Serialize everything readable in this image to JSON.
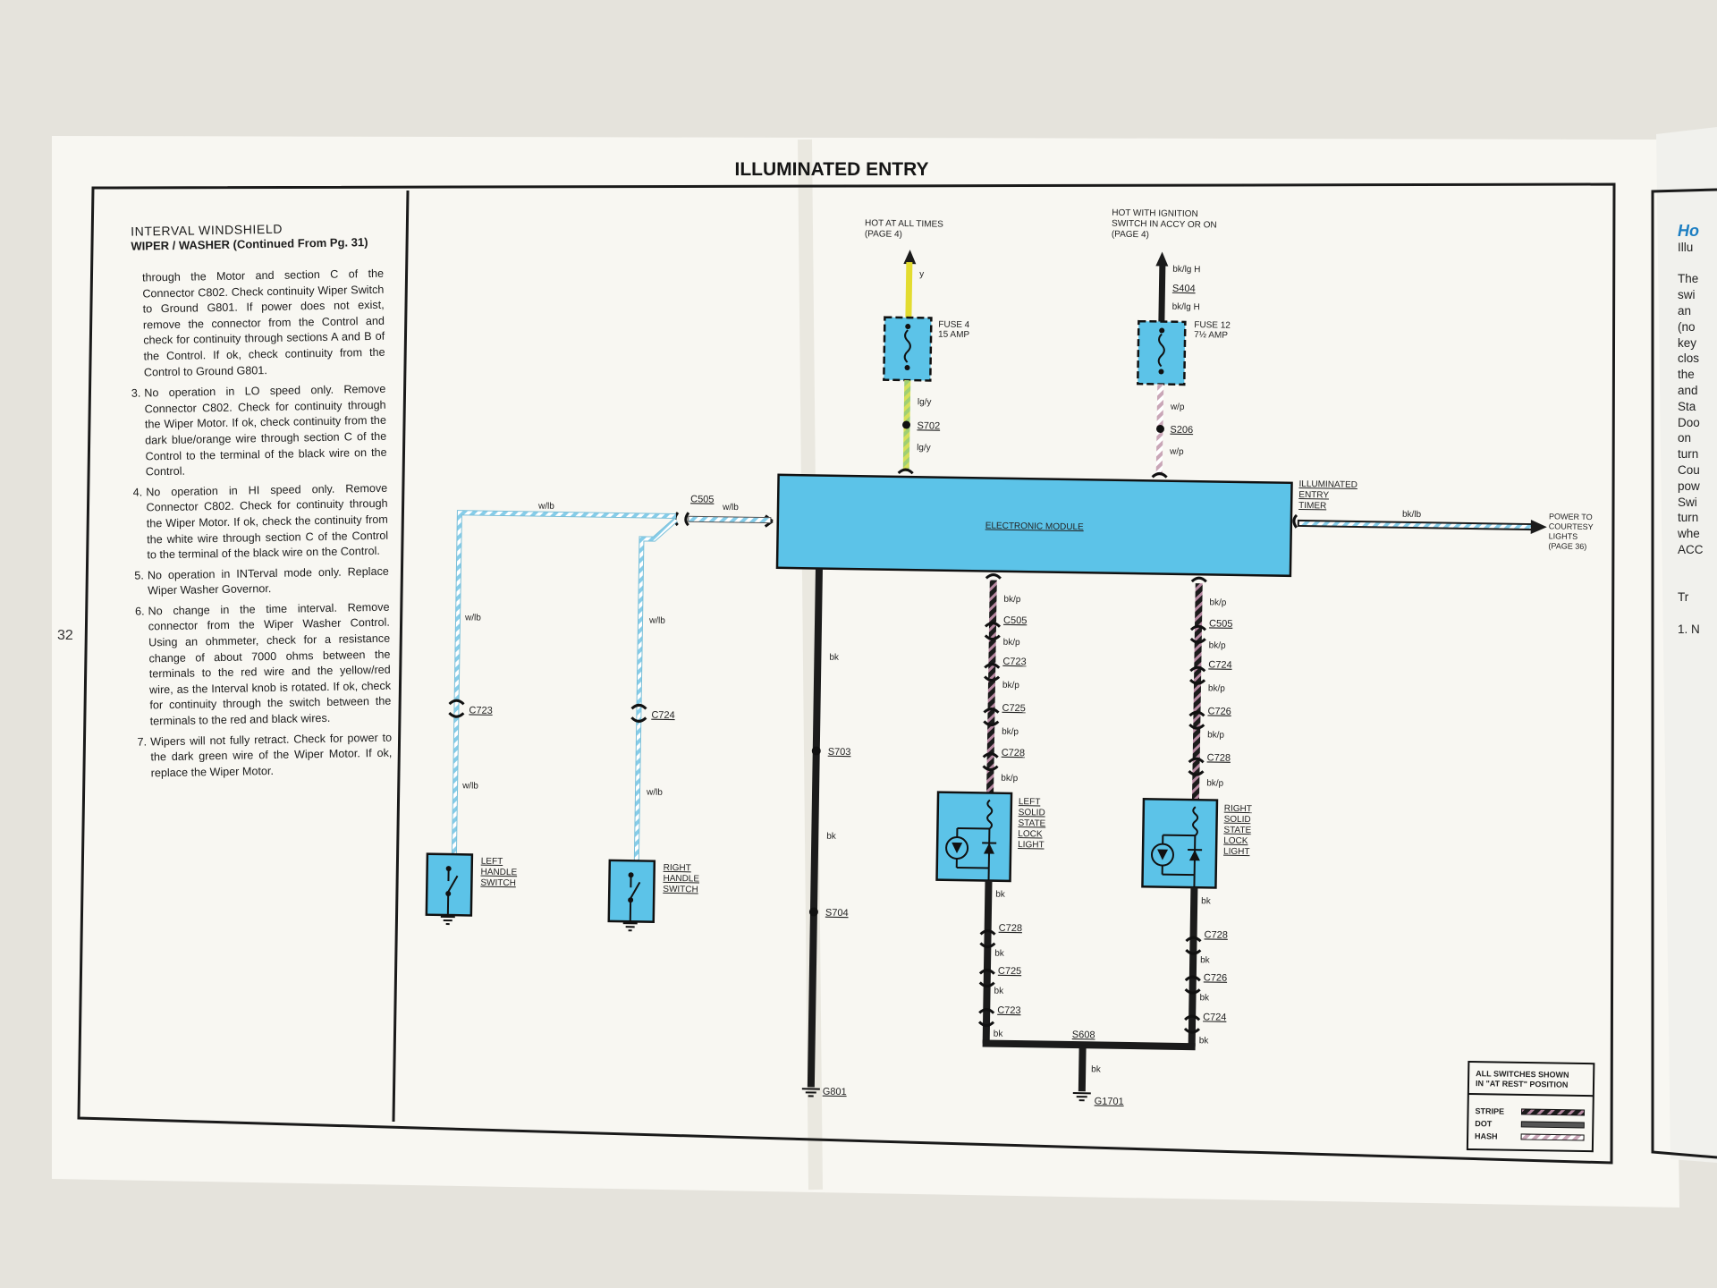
{
  "page_number": "32",
  "page_title": "ILLUMINATED ENTRY",
  "left_column": {
    "heading_line1": "INTERVAL WINDSHIELD",
    "heading_line2": "WIPER / WASHER (Continued From Pg. 31)",
    "intro": "through the Motor and section C of the Connector C802. Check continuity Wiper Switch to Ground G801. If power does not exist, remove the connector from the Control and check for continuity through sections A and B of the Control. If ok, check continuity from the Control to Ground G801.",
    "items": [
      {
        "num": "3.",
        "text": "No operation in LO speed only. Remove Connector C802. Check for continuity through the Wiper Motor. If ok, check continuity from the dark blue/orange wire through section C of the Control to the terminal of the black wire on the Control."
      },
      {
        "num": "4.",
        "text": "No operation in HI speed only. Remove Connector C802. Check for continuity through the Wiper Motor. If ok, check the continuity from the white wire through section C of the Control to the terminal of the black wire on the Control."
      },
      {
        "num": "5.",
        "text": "No operation in INTerval mode only. Replace Wiper Washer Governor."
      },
      {
        "num": "6.",
        "text": "No change in the time interval. Remove connector from the Wiper Washer Control. Using an ohmmeter, check for a resistance change of about 7000 ohms between the terminals to the red wire and the yellow/red wire, as the Interval knob is rotated. If ok, check for continuity through the switch between the terminals to the red and black wires."
      },
      {
        "num": "7.",
        "text": "Wipers will not fully retract. Check for power to the dark green wire of the Wiper Motor. If ok, replace the Wiper Motor."
      }
    ]
  },
  "diagram": {
    "hot_at_all_times": [
      "HOT AT ALL TIMES",
      "(PAGE 4)"
    ],
    "hot_with_ignition": [
      "HOT WITH IGNITION",
      "SWITCH IN ACCY OR ON",
      "(PAGE 4)"
    ],
    "fuse4": [
      "FUSE 4",
      "15 AMP"
    ],
    "fuse12": [
      "FUSE 12",
      "7½ AMP"
    ],
    "module": "ELECTRONIC MODULE",
    "timer": [
      "ILLUMINATED",
      "ENTRY",
      "TIMER"
    ],
    "power_to": [
      "POWER TO",
      "COURTESY",
      "LIGHTS",
      "(PAGE 36)"
    ],
    "left_switch": [
      "LEFT",
      "HANDLE",
      "SWITCH"
    ],
    "right_switch": [
      "RIGHT",
      "HANDLE",
      "SWITCH"
    ],
    "left_lock": [
      "LEFT",
      "SOLID",
      "STATE",
      "LOCK",
      "LIGHT"
    ],
    "right_lock": [
      "RIGHT",
      "SOLID",
      "STATE",
      "LOCK",
      "LIGHT"
    ],
    "legend_note": [
      "ALL SWITCHES SHOWN",
      "IN \"AT REST\" POSITION"
    ],
    "legend_items": [
      "STRIPE",
      "DOT",
      "HASH"
    ],
    "labels": {
      "y": "y",
      "lgy1": "lg/y",
      "s702": "S702",
      "lgy2": "lg/y",
      "bklgh1": "bk/lg H",
      "s404": "S404",
      "bklgh2": "bk/lg H",
      "wp1": "w/p",
      "s206": "S206",
      "wp2": "w/p",
      "wlb_top": "w/lb",
      "c505_top": "C505",
      "wlb_top2": "w/lb",
      "wlb_l1": "w/lb",
      "c723_l": "C723",
      "wlb_l2": "w/lb",
      "wlb_r1": "w/lb",
      "c724_r": "C724",
      "wlb_r2": "w/lb",
      "bklb": "bk/lb",
      "bk1": "bk",
      "s703": "S703",
      "bk2": "bk",
      "s704": "S704",
      "g801": "G801",
      "lbkp1": "bk/p",
      "lc505": "C505",
      "lbkp2": "bk/p",
      "lc723": "C723",
      "lbkp3": "bk/p",
      "lc725": "C725",
      "lbkp4": "bk/p",
      "lc728": "C728",
      "lbkp5": "bk/p",
      "rbkp1": "bk/p",
      "rc505": "C505",
      "rbkp2": "bk/p",
      "rc724": "C724",
      "rbkp3": "bk/p",
      "rc726": "C726",
      "rbkp4": "bk/p",
      "rc728": "C728",
      "rbkp5": "bk/p",
      "lbk1": "bk",
      "lc728b": "C728",
      "lbk2": "bk",
      "lc725b": "C725",
      "lbk3": "bk",
      "lc723b": "C723",
      "lbk4": "bk",
      "rbk1": "bk",
      "rc728b": "C728",
      "rbk2": "bk",
      "rc726b": "C726",
      "rbk3": "bk",
      "rc724b": "C724",
      "rbk4": "bk",
      "s608": "S608",
      "bk5": "bk",
      "g1701": "G1701"
    }
  },
  "next_page_fragment": {
    "heading": "Ho",
    "lines": [
      "Illu",
      "",
      "The",
      "swi",
      "an",
      "(no",
      "key",
      "clos",
      "the",
      "and",
      "Sta",
      "Doo",
      "on",
      "turn",
      "Cou",
      "pow",
      "Swi",
      "turn",
      "whe",
      "ACC",
      "",
      "",
      "Tr",
      "",
      "1. N"
    ]
  },
  "colors": {
    "module_fill": "#5cc3e8",
    "wire_light_blue": "#8fd3ef",
    "wire_yellow": "#e3dc30",
    "wire_green": "#b5cf54",
    "wire_black": "#1b1b1b",
    "frame": "#1a1a1a"
  }
}
